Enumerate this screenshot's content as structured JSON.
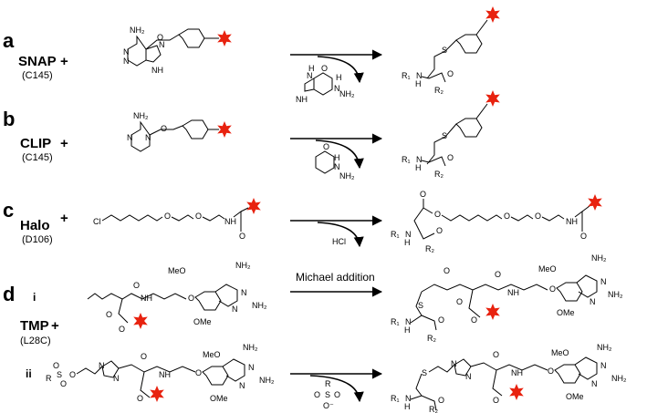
{
  "panels": {
    "a": {
      "letter": "a",
      "tag": "SNAP",
      "plus": "+",
      "residue": "(C145)"
    },
    "b": {
      "letter": "b",
      "tag": "CLIP",
      "plus": "+",
      "residue": "(C145)"
    },
    "c": {
      "letter": "c",
      "tag": "Halo",
      "plus": "+",
      "residue": "(D106)",
      "leaving": "HCl"
    },
    "d": {
      "letter": "d",
      "tag": "TMP",
      "plus": "+",
      "residue": "(L28C)",
      "sub_i": "i",
      "sub_ii": "ii",
      "reaction_label": "Michael addition"
    }
  },
  "atoms": {
    "NH2": "NH₂",
    "N": "N",
    "NH": "NH",
    "H": "H",
    "O": "O",
    "S": "S",
    "Cl": "Cl",
    "R1": "R₁",
    "R2": "R₂",
    "R": "R",
    "MeO": "MeO",
    "OMe": "OMe",
    "Ominus": "O⁻"
  },
  "colors": {
    "fluorophore": "#e8220f",
    "line": "#000000"
  }
}
